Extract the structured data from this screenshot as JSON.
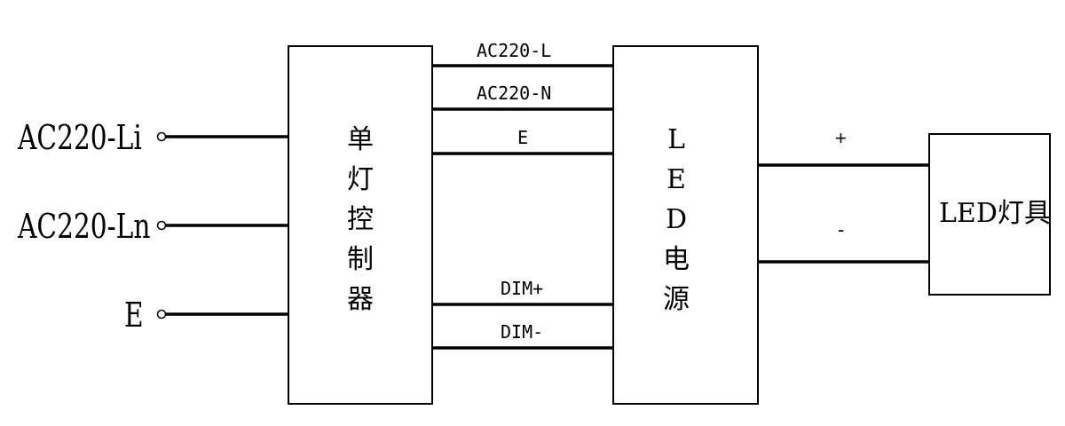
{
  "inputs": {
    "live": "AC220-Li",
    "neutral": "AC220-Ln",
    "earth": "E"
  },
  "controller": {
    "chars": [
      "单",
      "灯",
      "控",
      "制",
      "器"
    ]
  },
  "power_supply": {
    "chars": [
      "L",
      "E",
      "D",
      "电",
      "源"
    ]
  },
  "wires": {
    "ac_l": "AC220-L",
    "ac_n": "AC220-N",
    "earth": "E",
    "dim_plus": "DIM+",
    "dim_minus": "DIM-"
  },
  "output": {
    "plus": "+",
    "minus": "-"
  },
  "lamp": {
    "label": "LED灯具"
  }
}
